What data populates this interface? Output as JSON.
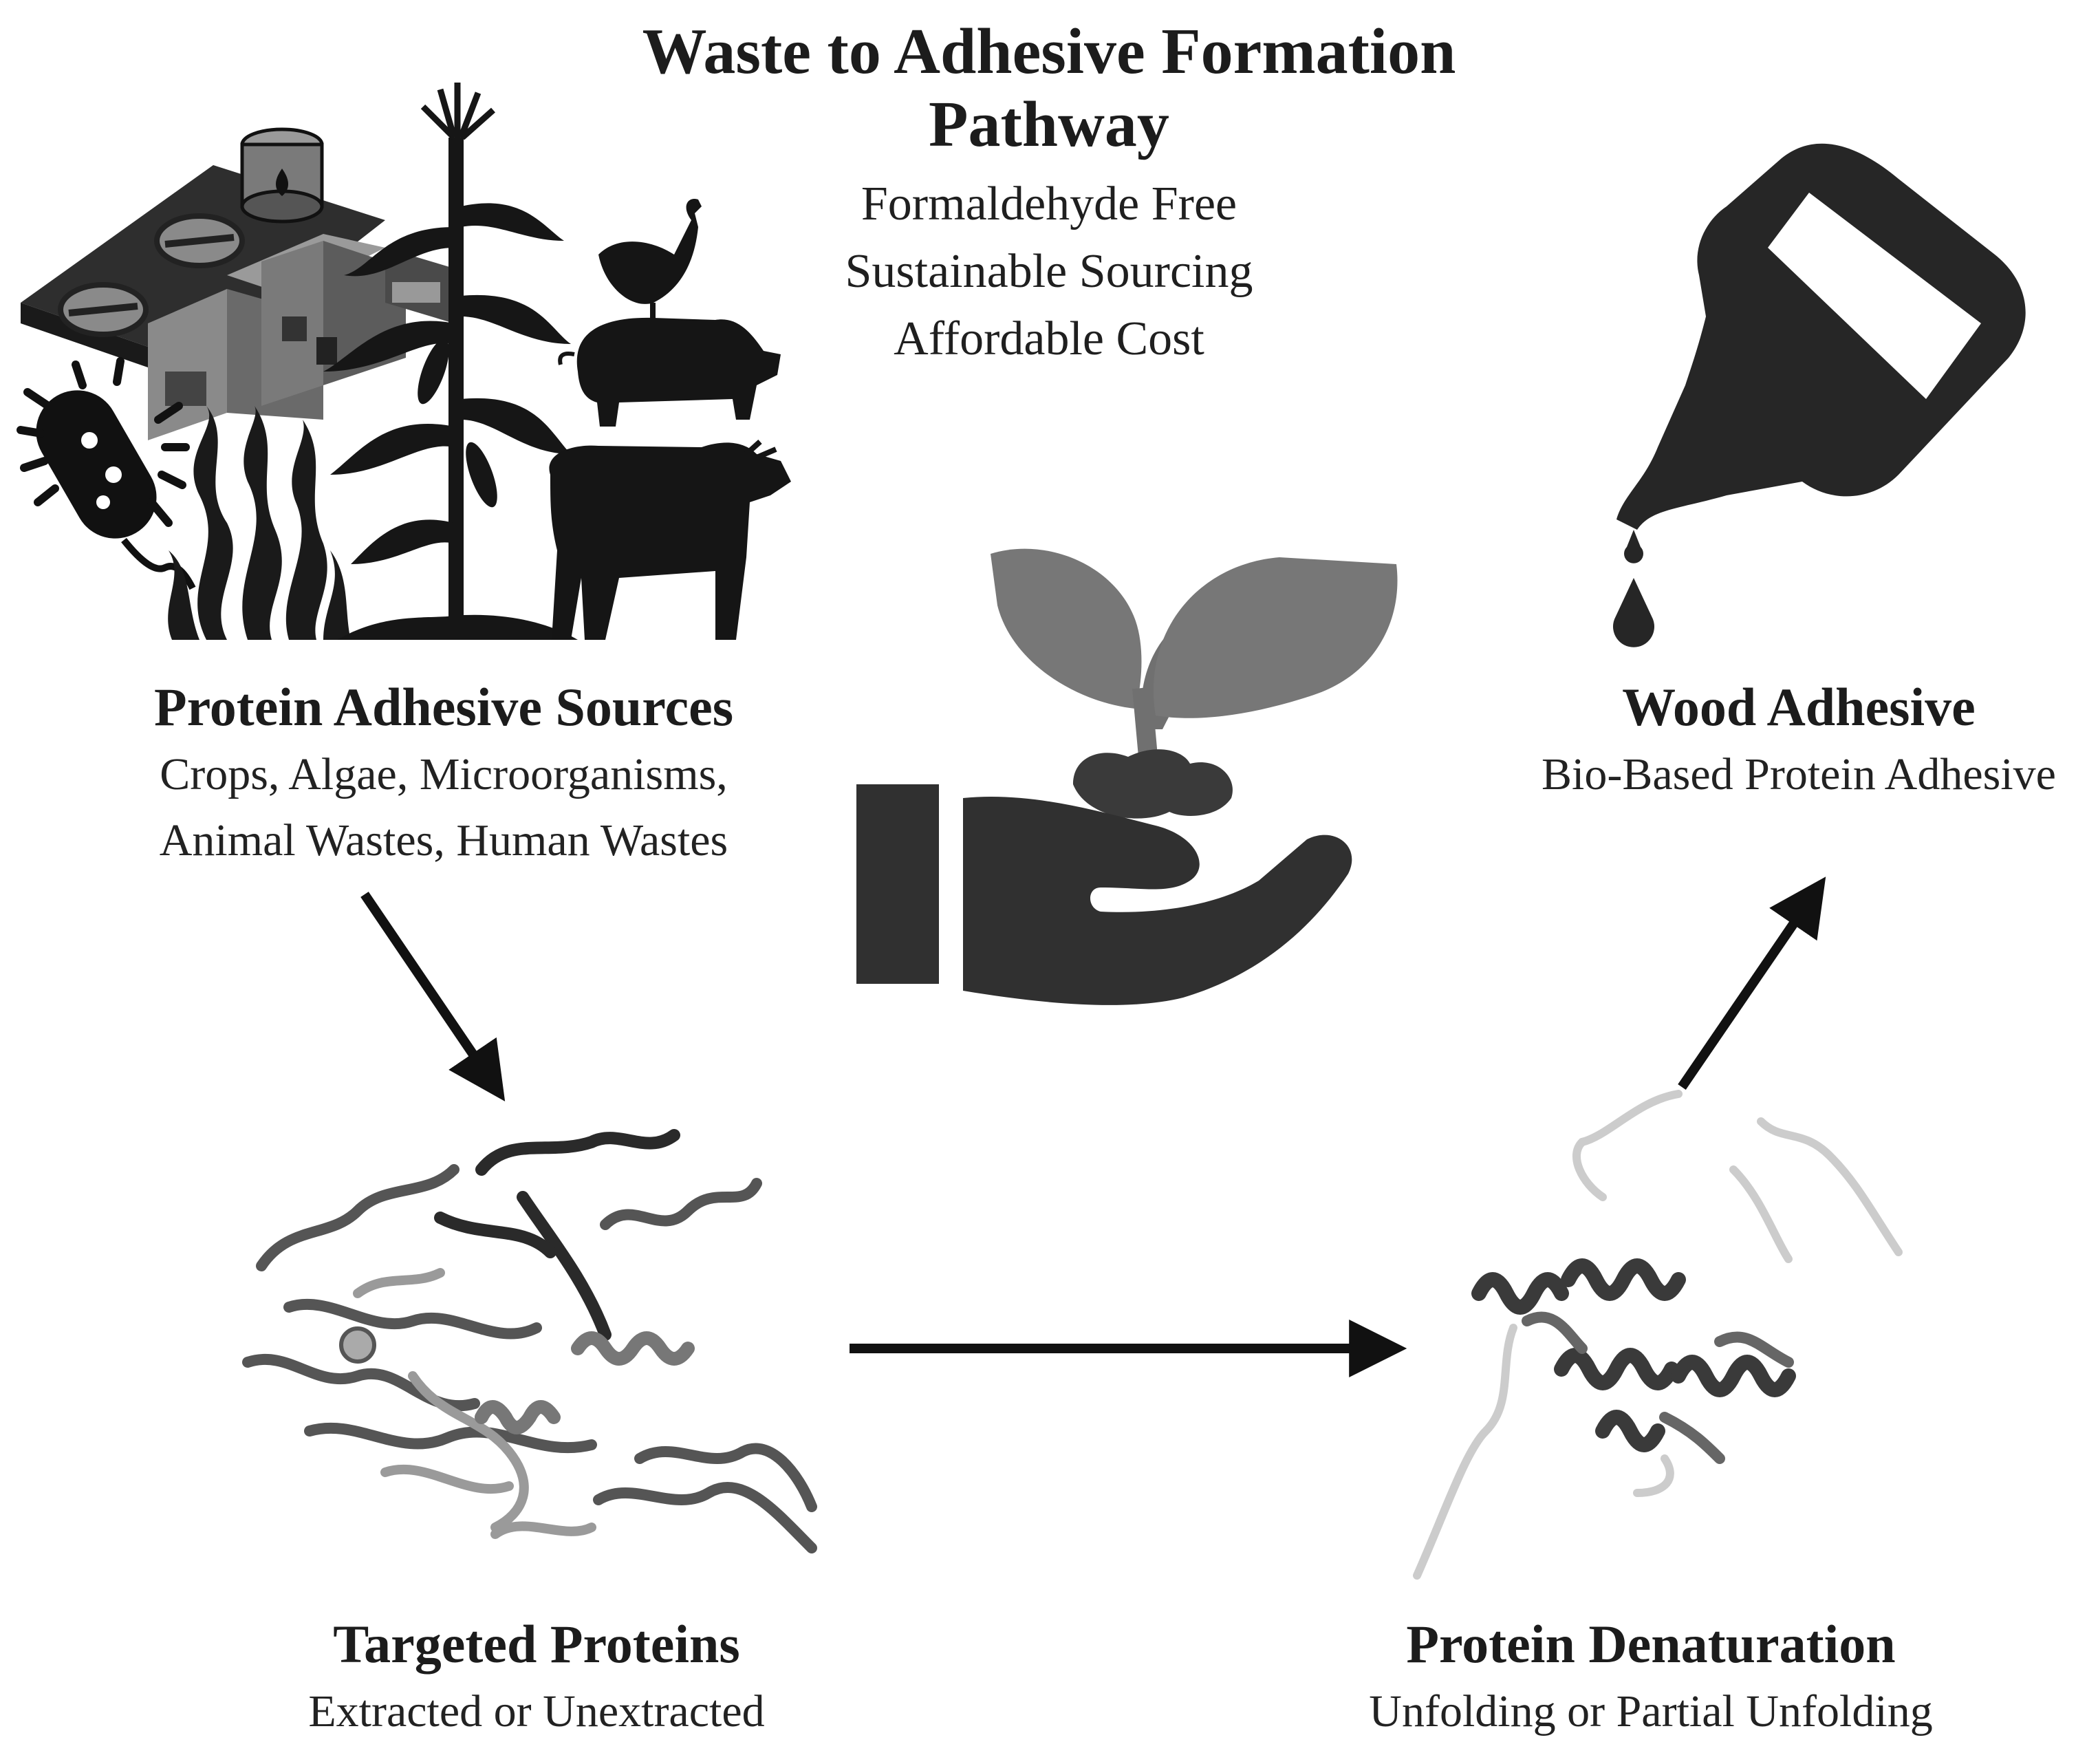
{
  "title_line1": "Waste to Adhesive Formation",
  "title_line2": "Pathway",
  "benefits": [
    "Formaldehyde Free",
    "Sustainable Sourcing",
    "Affordable Cost"
  ],
  "sources": {
    "heading": "Protein Adhesive Sources",
    "line1": "Crops, Algae, Microorganisms,",
    "line2": "Animal Wastes, Human Wastes"
  },
  "wood": {
    "heading": "Wood Adhesive",
    "sub": "Bio-Based Protein Adhesive"
  },
  "targeted": {
    "heading": "Targeted Proteins",
    "sub": "Extracted or Unextracted"
  },
  "denaturation": {
    "heading": "Protein Denaturation",
    "sub": "Unfolding or Partial Unfolding"
  },
  "icons": [
    "wastewater-plant-icon",
    "bacterium-icon",
    "seaweed-icon",
    "corn-plant-icon",
    "chicken-icon",
    "pig-icon",
    "cow-icon",
    "glue-bottle-icon",
    "hand-seedling-icon",
    "folded-protein-icon",
    "denatured-protein-icon"
  ]
}
